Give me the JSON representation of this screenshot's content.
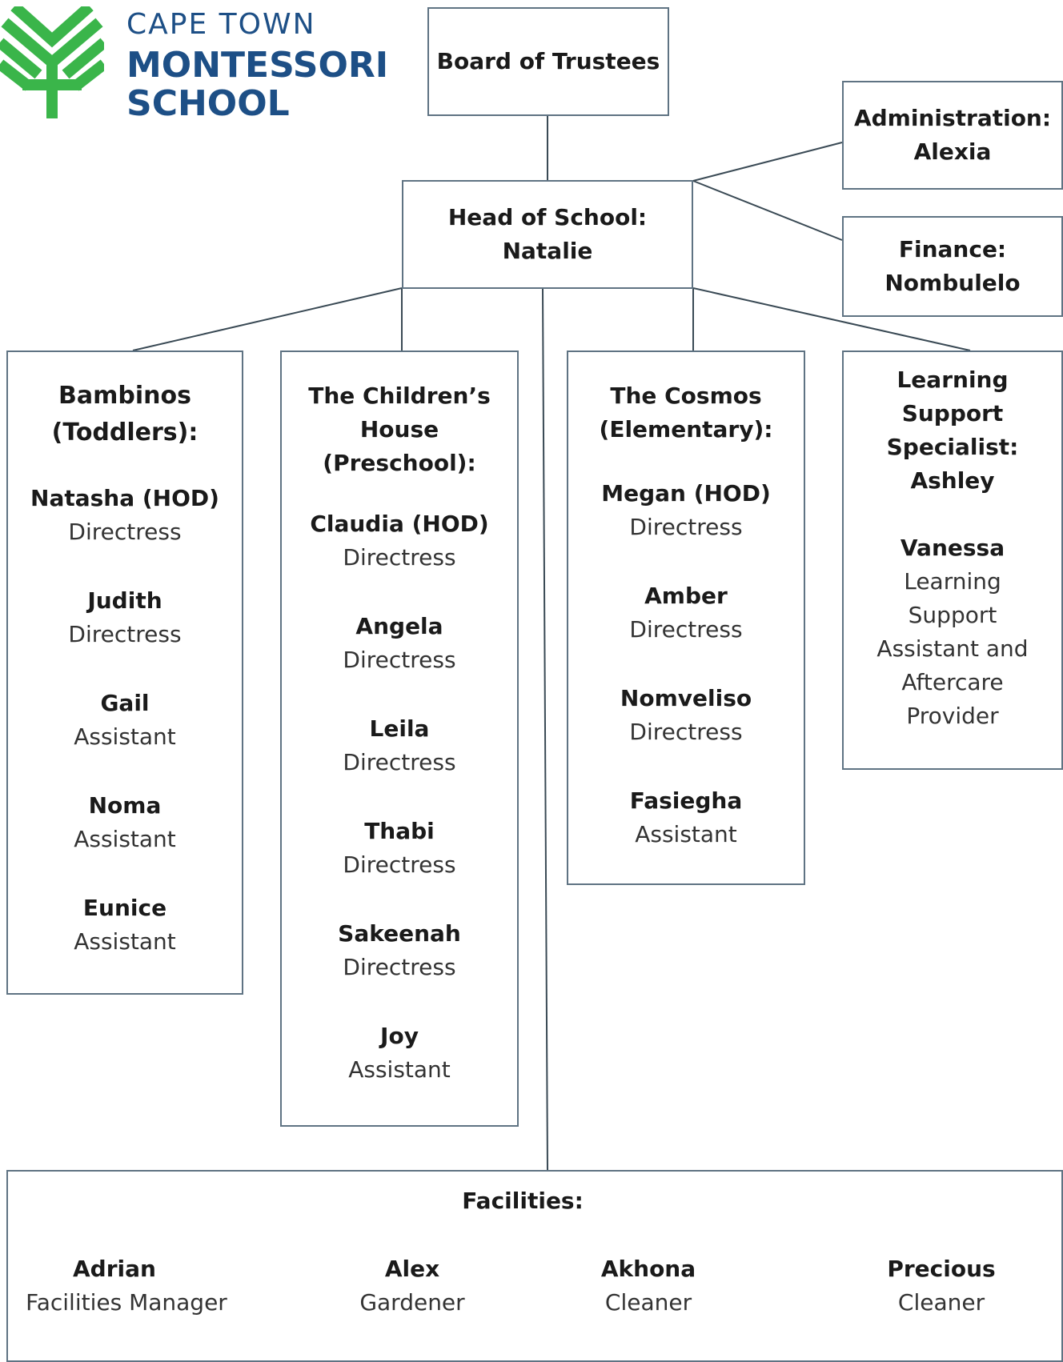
{
  "logo": {
    "line1": "CAPE TOWN",
    "line2": "MONTESSORI",
    "line3": "SCHOOL",
    "color_green": "#3ab54a",
    "color_blue": "#1d4f86"
  },
  "board": {
    "title": "Board of Trustees"
  },
  "head": {
    "title": "Head of School:",
    "name": "Natalie"
  },
  "administration": {
    "title": "Administration:",
    "name": "Alexia"
  },
  "finance": {
    "title": "Finance:",
    "name": "Nombulelo"
  },
  "bambinos": {
    "title_line1": "Bambinos",
    "title_line2": "(Toddlers):",
    "staff": [
      {
        "name": "Natasha (HOD)",
        "role": "Directress"
      },
      {
        "name": "Judith",
        "role": "Directress"
      },
      {
        "name": "Gail",
        "role": "Assistant"
      },
      {
        "name": "Noma",
        "role": "Assistant"
      },
      {
        "name": "Eunice",
        "role": "Assistant"
      }
    ]
  },
  "childrens_house": {
    "title_line1": "The Children’s",
    "title_line2": "House",
    "title_line3": "(Preschool):",
    "staff": [
      {
        "name": "Claudia (HOD)",
        "role": "Directress"
      },
      {
        "name": "Angela",
        "role": "Directress"
      },
      {
        "name": "Leila",
        "role": "Directress"
      },
      {
        "name": "Thabi",
        "role": "Directress"
      },
      {
        "name": "Sakeenah",
        "role": "Directress"
      },
      {
        "name": "Joy",
        "role": "Assistant"
      }
    ]
  },
  "cosmos": {
    "title_line1": "The Cosmos",
    "title_line2": "(Elementary):",
    "staff": [
      {
        "name": "Megan (HOD)",
        "role": "Directress"
      },
      {
        "name": "Amber",
        "role": "Directress"
      },
      {
        "name": "Nomveliso",
        "role": "Directress"
      },
      {
        "name": "Fasiegha",
        "role": "Assistant"
      }
    ]
  },
  "learning_support": {
    "title_line1": "Learning",
    "title_line2": "Support",
    "title_line3": "Specialist:",
    "title_line4": "Ashley",
    "assistant_name": "Vanessa",
    "assistant_role_lines": [
      "Learning",
      "Support",
      "Assistant and",
      "Aftercare",
      "Provider"
    ]
  },
  "facilities": {
    "title": "Facilities:",
    "staff": [
      {
        "name": "Adrian",
        "role": "Facilities Manager"
      },
      {
        "name": "Alex",
        "role": "Gardener"
      },
      {
        "name": "Akhona",
        "role": "Cleaner"
      },
      {
        "name": "Precious",
        "role": "Cleaner"
      }
    ]
  }
}
